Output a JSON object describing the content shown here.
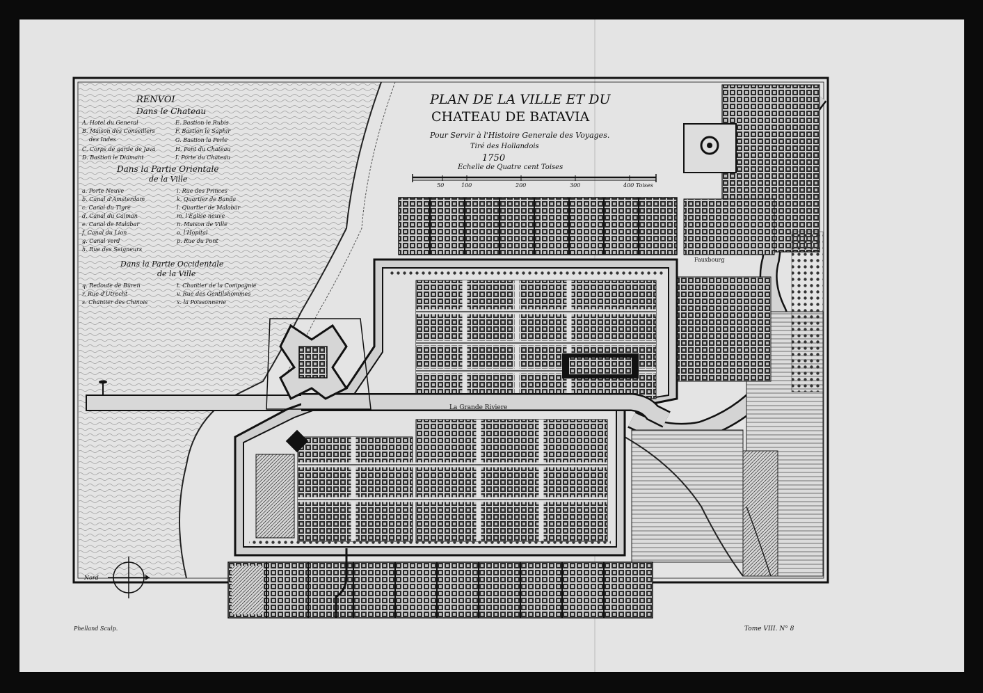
{
  "title": {
    "line1": "PLAN DE LA VILLE ET DU",
    "line2": "CHATEAU DE BATAVIA",
    "line3": "Pour Servir à l'Histoire Generale des Voyages.",
    "line4": "Tiré des Hollandois",
    "year": "1750"
  },
  "scale": {
    "label": "Echelle de Quatre cent Toises",
    "ticks": [
      "50",
      "100",
      "200",
      "300",
      "400 Toises"
    ]
  },
  "legend": {
    "heading": "RENVOI",
    "section1_title": "Dans le Chateau",
    "section1_left": [
      "A. Hotel du General",
      "B. Maison des Conseillers",
      "des Indes",
      "C. Corps de garde de Java",
      "D. Bastion le Diamant"
    ],
    "section1_right": [
      "E. Bastion le Rubis",
      "F. Bastion le Saphir",
      "G. Bastion la Perle",
      "H. Pont du Chateau",
      "I. Porte du Chateau"
    ],
    "section2_title": "Dans la Partie Orientale",
    "section2_sub": "de la Ville",
    "section2_left": [
      "a. Porte Neuve",
      "b. Canal d'Amsterdam",
      "c. Canal du Tigre",
      "d. Canal du Caiman",
      "e. Canal de Malabar",
      "f. Canal du Lion",
      "g. Canal verd",
      "h. Rue des Seigneurs"
    ],
    "section2_right": [
      "i. Rue des Princes",
      "k. Quartier de Banda",
      "l. Quartier de Malabar",
      "m. l'Eglise neuve",
      "n. Maison de Ville",
      "o. l'Hopital",
      "p. Rue du Pont"
    ],
    "section3_title": "Dans la Partie Occidentale",
    "section3_sub": "de la Ville",
    "section3_left": [
      "q. Redoute de Buren",
      "r. Rue d'Utrecht",
      "s. Chantier des Chinois"
    ],
    "section3_right": [
      "t. Chantier de la Compagnie",
      "v. Rue des Gentilshommes",
      "x. la Poissonnerie"
    ]
  },
  "labels": {
    "river": "La Grande Riviere",
    "faubourg": "Fauxbourg",
    "north": "Nord",
    "engraver": "Phelland Sculp.",
    "tome": "Tome VIII. N° 8"
  },
  "colors": {
    "paper": "#e4e4e4",
    "ink": "#141414",
    "water": "#dadada",
    "background": "#0b0b0b"
  }
}
